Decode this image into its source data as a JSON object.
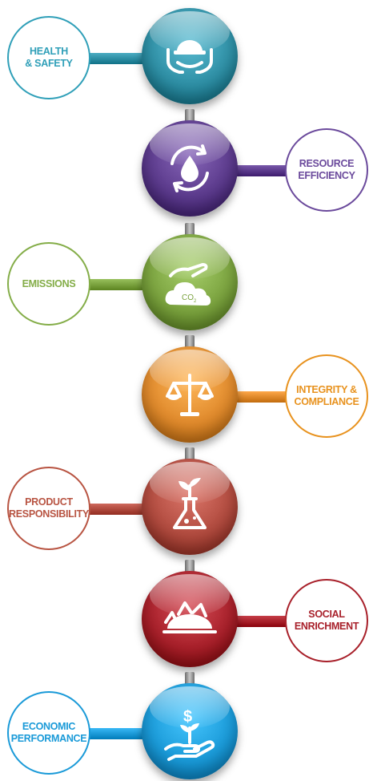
{
  "themes": [
    {
      "id": "health-safety",
      "icon": "hardhat-hands-icon",
      "label_lines": [
        "HEALTH",
        "& SAFETY"
      ],
      "color": "#2e8fa5",
      "text_color": "#2f9fb8",
      "side": "left"
    },
    {
      "id": "resource-efficiency",
      "icon": "water-drop-cycle-icon",
      "label_lines": [
        "RESOURCE",
        "EFFICIENCY"
      ],
      "color": "#5b3a8c",
      "text_color": "#6b4a9c",
      "side": "right"
    },
    {
      "id": "emissions",
      "icon": "co2-cloud-hand-icon",
      "label_lines": [
        "EMISSIONS"
      ],
      "icon_text": "CO",
      "icon_subscript": "2",
      "color": "#7aa23e",
      "text_color": "#84ad48",
      "side": "left"
    },
    {
      "id": "integrity-compliance",
      "icon": "scales-of-justice-icon",
      "label_lines": [
        "INTEGRITY &",
        "COMPLIANCE"
      ],
      "color": "#e08a2c",
      "text_color": "#e8921e",
      "side": "right"
    },
    {
      "id": "product-responsibility",
      "icon": "flask-sprout-icon",
      "label_lines": [
        "PRODUCT",
        "RESPONSIBILITY"
      ],
      "color": "#b04a3e",
      "text_color": "#b85442",
      "side": "left"
    },
    {
      "id": "social-enrichment",
      "icon": "community-houses-icon",
      "label_lines": [
        "SOCIAL",
        "ENRICHMENT"
      ],
      "color": "#a8202a",
      "text_color": "#a8202a",
      "side": "right"
    },
    {
      "id": "economic-performance",
      "icon": "money-plant-hand-icon",
      "label_lines": [
        "ECONOMIC",
        "PERFORMANCE"
      ],
      "icon_text": "$",
      "color": "#1a9ad8",
      "text_color": "#1a9ad8",
      "side": "left"
    }
  ]
}
